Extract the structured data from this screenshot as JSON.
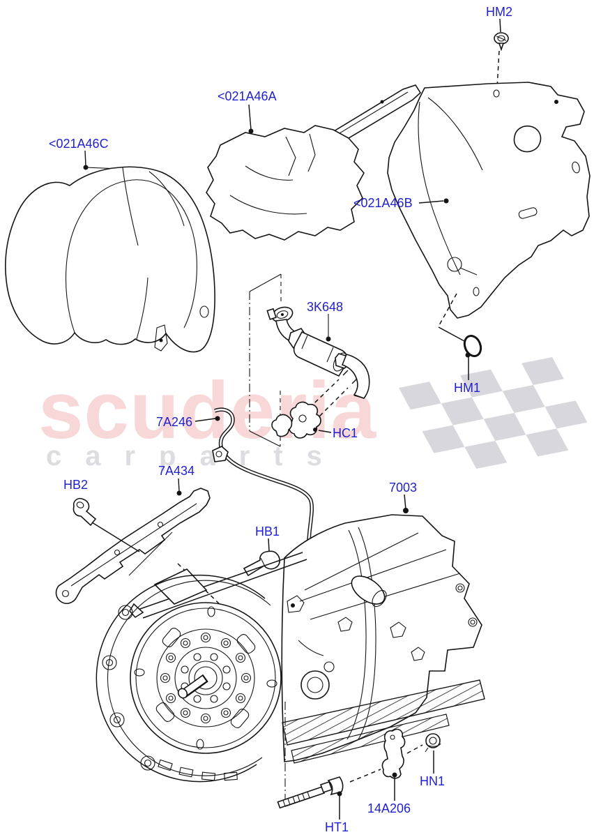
{
  "watermark": {
    "brand": "scuderia",
    "subtext": "carparts",
    "brand_color": "#f7d7d7",
    "subtext_color": "#dcdce1",
    "flag_color": "#d7d7dd"
  },
  "diagram": {
    "label_color": "#1f1fd1",
    "line_color": "#141414",
    "background": "#ffffff",
    "callouts": [
      {
        "id": "HM2",
        "label": "HM2"
      },
      {
        "id": "021A46A",
        "label": "<021A46A"
      },
      {
        "id": "021A46C",
        "label": "<021A46C"
      },
      {
        "id": "021A46B",
        "label": "<021A46B"
      },
      {
        "id": "3K648",
        "label": "3K648"
      },
      {
        "id": "HM1",
        "label": "HM1"
      },
      {
        "id": "7A246",
        "label": "7A246"
      },
      {
        "id": "HC1",
        "label": "HC1"
      },
      {
        "id": "7A434",
        "label": "7A434"
      },
      {
        "id": "HB2",
        "label": "HB2"
      },
      {
        "id": "7003",
        "label": "7003"
      },
      {
        "id": "HB1",
        "label": "HB1"
      },
      {
        "id": "HT1",
        "label": "HT1"
      },
      {
        "id": "14A206",
        "label": "14A206"
      },
      {
        "id": "HN1",
        "label": "HN1"
      }
    ]
  }
}
